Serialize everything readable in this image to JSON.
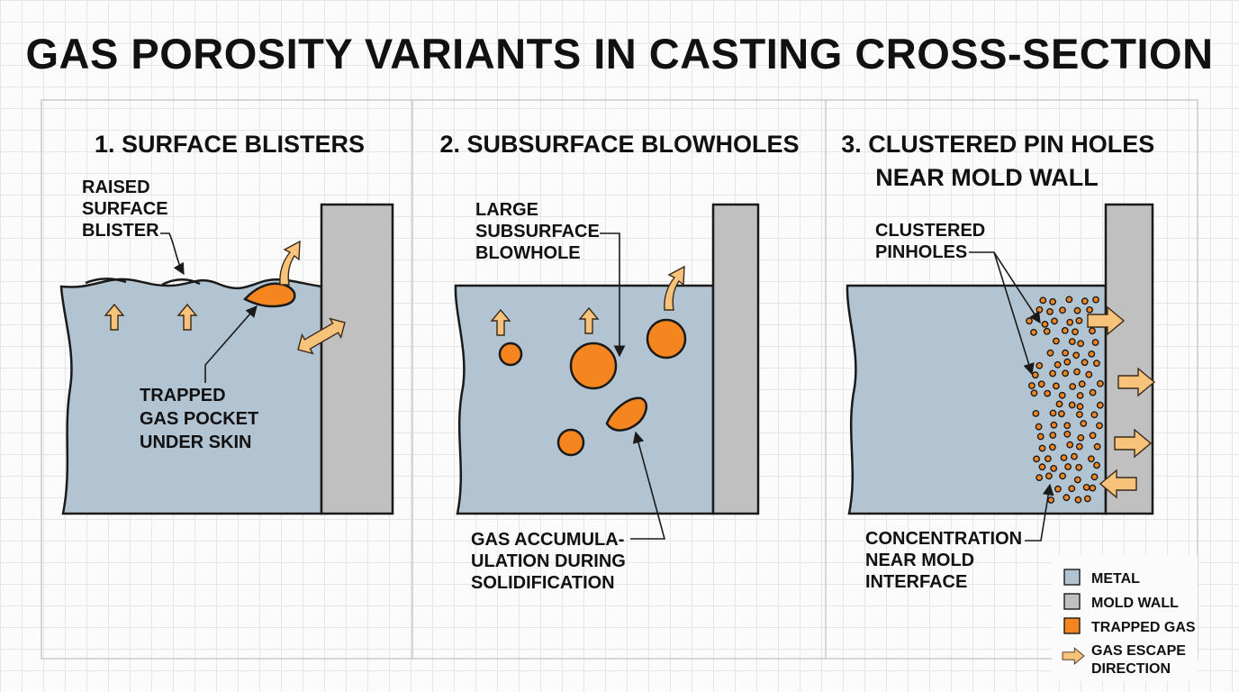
{
  "title": "GAS POROSITY VARIANTS IN CASTING CROSS-SECTION",
  "panels": [
    {
      "title": "1. SURFACE BLISTERS",
      "labels": {
        "blister": [
          "RAISED",
          "SURFACE",
          "BLISTER"
        ],
        "pocket": [
          "TRAPPED",
          "GAS POCKET",
          "UNDER SKIN"
        ]
      }
    },
    {
      "title": "2. SUBSURFACE BLOWHOLES",
      "labels": {
        "blowhole": [
          "LARGE",
          "SUBSURFACE",
          "BLOWHOLE"
        ],
        "accumulation": [
          "GAS ACCUMULA-",
          "ULATION DURING",
          "SOLIDIFICATION"
        ]
      }
    },
    {
      "title_lines": [
        "3. CLUSTERED PIN HOLES",
        "NEAR MOLD WALL"
      ],
      "labels": {
        "pinholes": [
          "CLUSTERED",
          "PINHOLES"
        ],
        "concentration": [
          "CONCENTRATION",
          "NEAR MOLD",
          "INTERFACE"
        ]
      }
    }
  ],
  "legend": {
    "items": [
      {
        "key": "metal",
        "label": "METAL",
        "color": "#b2c3d1"
      },
      {
        "key": "mold",
        "label": "MOLD WALL",
        "color": "#c0c0c0"
      },
      {
        "key": "gas",
        "label": "TRAPPED GAS",
        "color": "#f5861f"
      },
      {
        "key": "escape",
        "label": [
          "GAS ESCAPE",
          "DIRECTION"
        ],
        "color": "#f7c27a"
      }
    ]
  },
  "colors": {
    "metal": "#b2c3d1",
    "mold_wall": "#c0c0c0",
    "trapped_gas": "#f5861f",
    "escape_arrow": "#f7c27a",
    "outline": "#1a1a1a"
  }
}
